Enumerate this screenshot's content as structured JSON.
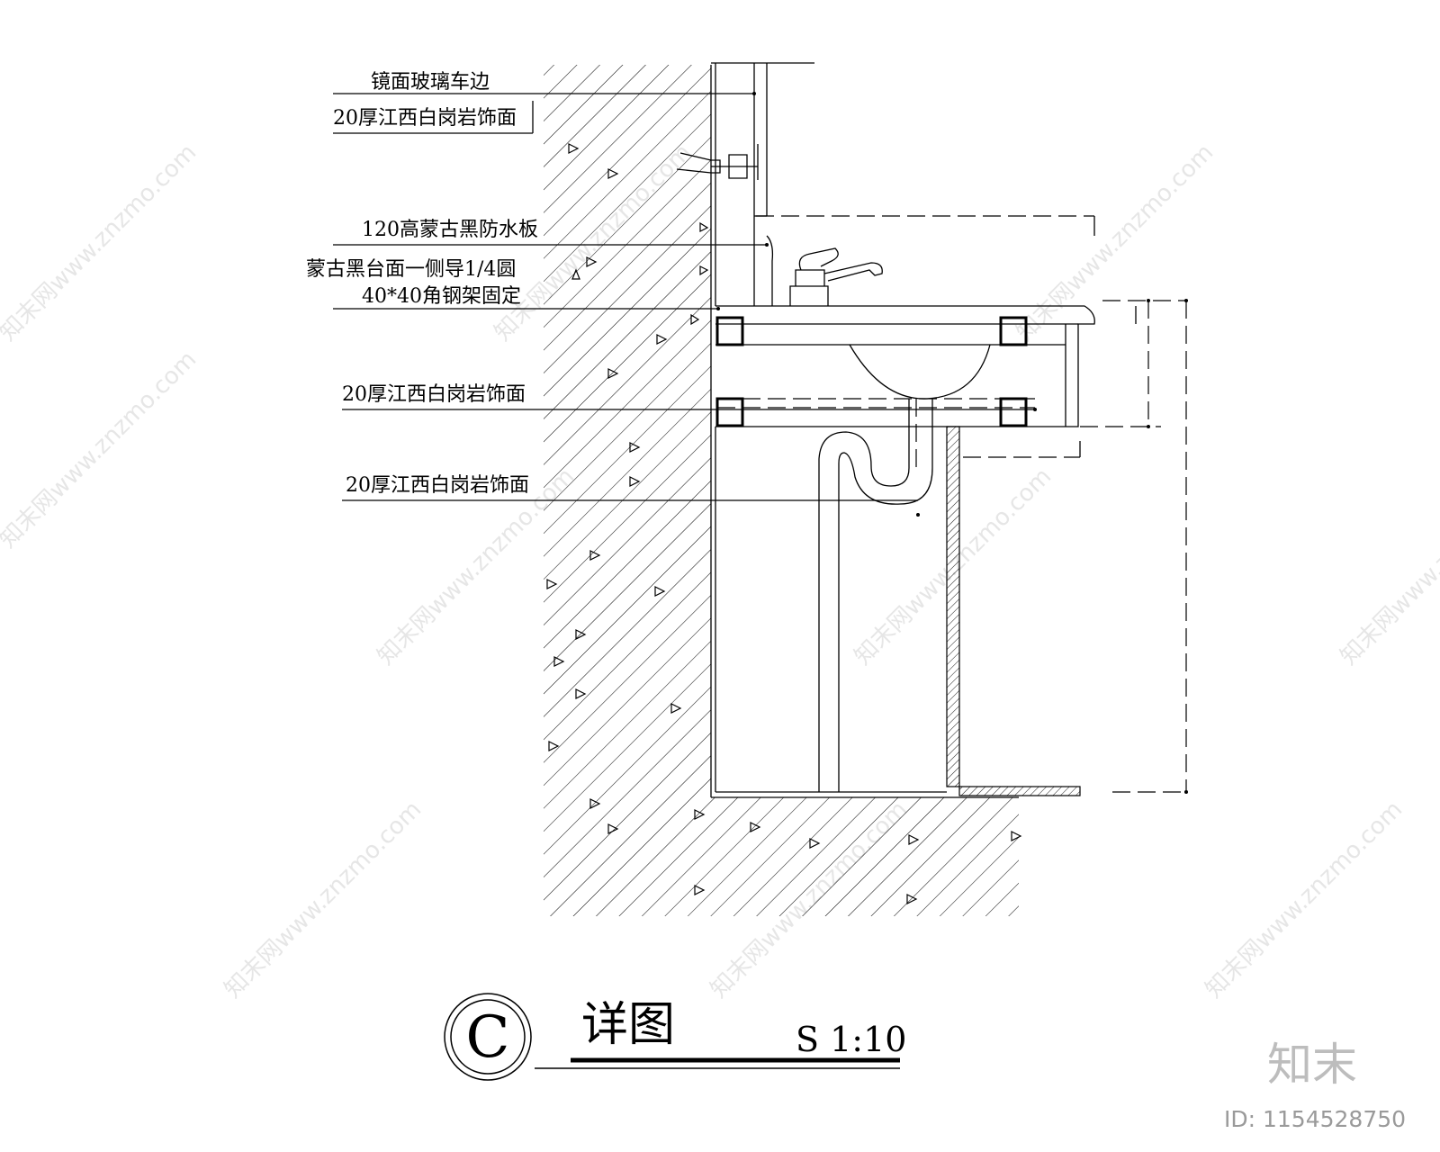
{
  "annotations": [
    "镜面玻璃车边",
    "20厚江西白岗岩饰面",
    "120高蒙古黑防水板",
    "蒙古黑台面一侧导1/4圆",
    "40*40角钢架固定",
    "20厚江西白岗岩饰面",
    "20厚江西白岗岩饰面"
  ],
  "title": {
    "name": "详图",
    "scale": "S 1:10",
    "reference": "C"
  },
  "watermark": {
    "text": "知末网www.znzmo.com",
    "brand": "知末",
    "id": "ID: 1154528750"
  }
}
